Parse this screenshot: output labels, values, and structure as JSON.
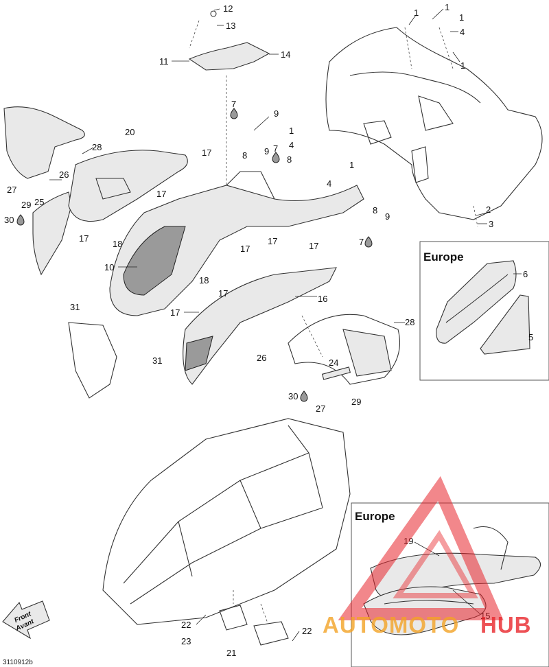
{
  "diagram": {
    "reference_code": "3110912b",
    "region_labels": {
      "europe_top": "Europe",
      "europe_bottom": "Europe"
    },
    "front_arrow": {
      "line1": "Front",
      "line2": "Avant"
    },
    "drop_symbol": "💧",
    "callouts": [
      {
        "id": "c12a",
        "text": "12"
      },
      {
        "id": "c13",
        "text": "13"
      },
      {
        "id": "c11",
        "text": "11"
      },
      {
        "id": "c14",
        "text": "14"
      },
      {
        "id": "c1a",
        "text": "1"
      },
      {
        "id": "c1b",
        "text": "1"
      },
      {
        "id": "c1c",
        "text": "1"
      },
      {
        "id": "c4a",
        "text": "4"
      },
      {
        "id": "c1d",
        "text": "1"
      },
      {
        "id": "c7a",
        "text": "7"
      },
      {
        "id": "c9a",
        "text": "9"
      },
      {
        "id": "c20",
        "text": "20"
      },
      {
        "id": "c28a",
        "text": "28"
      },
      {
        "id": "c1e",
        "text": "1"
      },
      {
        "id": "c4b",
        "text": "4"
      },
      {
        "id": "c7b",
        "text": "7"
      },
      {
        "id": "c9b",
        "text": "9"
      },
      {
        "id": "c8a",
        "text": "8"
      },
      {
        "id": "c8b",
        "text": "8"
      },
      {
        "id": "c1f",
        "text": "1"
      },
      {
        "id": "c4c",
        "text": "4"
      },
      {
        "id": "c17a",
        "text": "17"
      },
      {
        "id": "c26a",
        "text": "26"
      },
      {
        "id": "c27a",
        "text": "27"
      },
      {
        "id": "c29a",
        "text": "29"
      },
      {
        "id": "c25",
        "text": "25"
      },
      {
        "id": "c30a",
        "text": "30"
      },
      {
        "id": "c17b",
        "text": "17"
      },
      {
        "id": "c2",
        "text": "2"
      },
      {
        "id": "c3",
        "text": "3"
      },
      {
        "id": "c8c",
        "text": "8"
      },
      {
        "id": "c9c",
        "text": "9"
      },
      {
        "id": "c7c",
        "text": "7"
      },
      {
        "id": "c17c",
        "text": "17"
      },
      {
        "id": "c18a",
        "text": "18"
      },
      {
        "id": "c17d",
        "text": "17"
      },
      {
        "id": "c17e",
        "text": "17"
      },
      {
        "id": "c17f",
        "text": "17"
      },
      {
        "id": "c10",
        "text": "10"
      },
      {
        "id": "c18b",
        "text": "18"
      },
      {
        "id": "c17g",
        "text": "17"
      },
      {
        "id": "c31a",
        "text": "31"
      },
      {
        "id": "c16",
        "text": "16"
      },
      {
        "id": "c17h",
        "text": "17"
      },
      {
        "id": "c28b",
        "text": "28"
      },
      {
        "id": "c31b",
        "text": "31"
      },
      {
        "id": "c26b",
        "text": "26"
      },
      {
        "id": "c24",
        "text": "24"
      },
      {
        "id": "c30b",
        "text": "30"
      },
      {
        "id": "c29b",
        "text": "29"
      },
      {
        "id": "c27b",
        "text": "27"
      },
      {
        "id": "c6",
        "text": "6"
      },
      {
        "id": "c5",
        "text": "5"
      },
      {
        "id": "c19",
        "text": "19"
      },
      {
        "id": "c15",
        "text": "15"
      },
      {
        "id": "c22a",
        "text": "22"
      },
      {
        "id": "c22b",
        "text": "22"
      },
      {
        "id": "c23",
        "text": "23"
      },
      {
        "id": "c21",
        "text": "21"
      }
    ],
    "watermark": {
      "text_part1": "AUTOMOTO",
      "text_part2": "HUB",
      "color_red": "#e8252b",
      "color_orange": "#f2a326"
    }
  }
}
